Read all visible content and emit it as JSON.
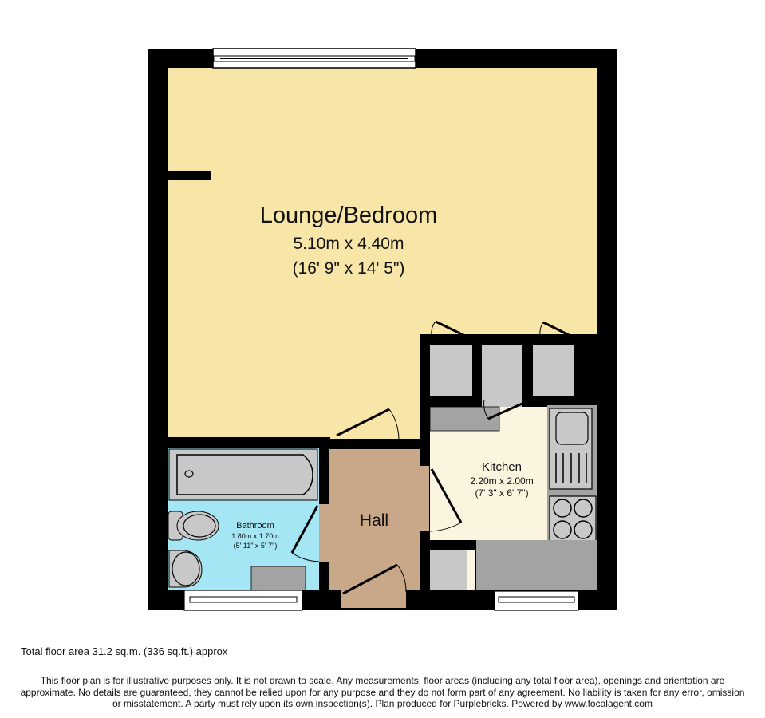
{
  "rooms": {
    "lounge": {
      "name": "Lounge/Bedroom",
      "metric": "5.10m x 4.40m",
      "imperial": "(16' 9\" x 14' 5\")",
      "color": "#F8E6A8"
    },
    "kitchen": {
      "name": "Kitchen",
      "metric": "2.20m x 2.00m",
      "imperial": "(7' 3\" x 6' 7\")",
      "color": "#FBF4DE"
    },
    "bathroom": {
      "name": "Bathroom",
      "metric": "1.80m x 1.70m",
      "imperial": "(5' 11\" x 5' 7\")",
      "color": "#A4E6F4"
    },
    "hall": {
      "name": "Hall",
      "color": "#C8A888"
    }
  },
  "colors": {
    "wall": "#000000",
    "fixture": "#C8C8C8",
    "counter": "#A3A3A3",
    "window": "#FFFFFF"
  },
  "footer": {
    "total_area": "Total floor area 31.2 sq.m. (336 sq.ft.) approx",
    "disclaimer_lines": [
      "This floor plan is for illustrative purposes only. It is not drawn to scale. Any measurements, floor areas (including any total floor area), openings and orientation are",
      "approximate. No details are guaranteed, they cannot be relied upon for any purpose and they do not form part of any agreement. No liability is taken for any error, omission",
      "or misstatement. A party must rely upon its own inspection(s). Plan produced for Purplebricks. Powered by www.focalagent.com"
    ]
  }
}
